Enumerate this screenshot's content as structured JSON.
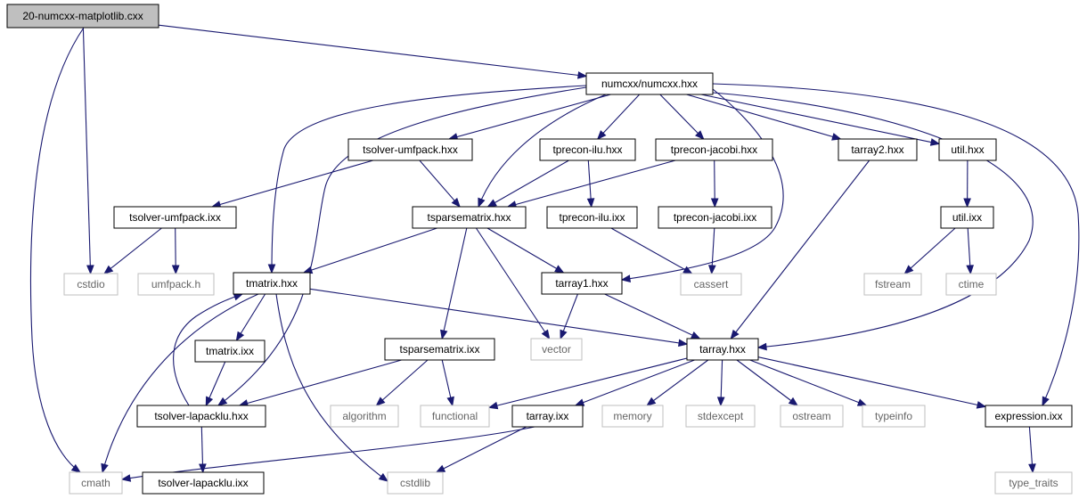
{
  "graph": {
    "colors": {
      "edge": "#191970",
      "root_fill": "#bfbfbf",
      "local_border": "#000000",
      "system_border": "#bfbfbf"
    },
    "nodes": [
      {
        "id": "n_main",
        "label": "20-numcxx-matplotlib.cxx",
        "kind": "root"
      },
      {
        "id": "n_numcxx",
        "label": "numcxx/numcxx.hxx",
        "kind": "local"
      },
      {
        "id": "n_tsolver_umf_h",
        "label": "tsolver-umfpack.hxx",
        "kind": "local"
      },
      {
        "id": "n_tprecon_ilu_h",
        "label": "tprecon-ilu.hxx",
        "kind": "local"
      },
      {
        "id": "n_tprecon_jac_h",
        "label": "tprecon-jacobi.hxx",
        "kind": "local"
      },
      {
        "id": "n_tarray2_h",
        "label": "tarray2.hxx",
        "kind": "local"
      },
      {
        "id": "n_util_h",
        "label": "util.hxx",
        "kind": "local"
      },
      {
        "id": "n_tsolver_umf_i",
        "label": "tsolver-umfpack.ixx",
        "kind": "local"
      },
      {
        "id": "n_tsparse_h",
        "label": "tsparsematrix.hxx",
        "kind": "local"
      },
      {
        "id": "n_tprecon_ilu_i",
        "label": "tprecon-ilu.ixx",
        "kind": "local"
      },
      {
        "id": "n_tprecon_jac_i",
        "label": "tprecon-jacobi.ixx",
        "kind": "local"
      },
      {
        "id": "n_util_i",
        "label": "util.ixx",
        "kind": "local"
      },
      {
        "id": "n_cstdio",
        "label": "cstdio",
        "kind": "system"
      },
      {
        "id": "n_umfpack",
        "label": "umfpack.h",
        "kind": "system"
      },
      {
        "id": "n_tmatrix_h",
        "label": "tmatrix.hxx",
        "kind": "local"
      },
      {
        "id": "n_tarray1_h",
        "label": "tarray1.hxx",
        "kind": "local"
      },
      {
        "id": "n_cassert",
        "label": "cassert",
        "kind": "system"
      },
      {
        "id": "n_fstream",
        "label": "fstream",
        "kind": "system"
      },
      {
        "id": "n_ctime",
        "label": "ctime",
        "kind": "system"
      },
      {
        "id": "n_tmatrix_i",
        "label": "tmatrix.ixx",
        "kind": "local"
      },
      {
        "id": "n_tsparse_i",
        "label": "tsparsematrix.ixx",
        "kind": "local"
      },
      {
        "id": "n_vector",
        "label": "vector",
        "kind": "system"
      },
      {
        "id": "n_tarray_h",
        "label": "tarray.hxx",
        "kind": "local"
      },
      {
        "id": "n_tsolver_lu_h",
        "label": "tsolver-lapacklu.hxx",
        "kind": "local"
      },
      {
        "id": "n_algorithm",
        "label": "algorithm",
        "kind": "system"
      },
      {
        "id": "n_functional",
        "label": "functional",
        "kind": "system"
      },
      {
        "id": "n_tarray_i",
        "label": "tarray.ixx",
        "kind": "local"
      },
      {
        "id": "n_memory",
        "label": "memory",
        "kind": "system"
      },
      {
        "id": "n_stdexcept",
        "label": "stdexcept",
        "kind": "system"
      },
      {
        "id": "n_ostream",
        "label": "ostream",
        "kind": "system"
      },
      {
        "id": "n_typeinfo",
        "label": "typeinfo",
        "kind": "system"
      },
      {
        "id": "n_expression_i",
        "label": "expression.ixx",
        "kind": "local"
      },
      {
        "id": "n_cmath",
        "label": "cmath",
        "kind": "system"
      },
      {
        "id": "n_tsolver_lu_i",
        "label": "tsolver-lapacklu.ixx",
        "kind": "local"
      },
      {
        "id": "n_cstdlib",
        "label": "cstdlib",
        "kind": "system"
      },
      {
        "id": "n_type_traits",
        "label": "type_traits",
        "kind": "system"
      }
    ],
    "edges": [
      [
        "n_main",
        "n_numcxx"
      ],
      [
        "n_main",
        "n_cstdio"
      ],
      [
        "n_main",
        "n_cmath"
      ],
      [
        "n_numcxx",
        "n_tsolver_umf_h"
      ],
      [
        "n_numcxx",
        "n_tprecon_ilu_h"
      ],
      [
        "n_numcxx",
        "n_tprecon_jac_h"
      ],
      [
        "n_numcxx",
        "n_tarray2_h"
      ],
      [
        "n_numcxx",
        "n_util_h"
      ],
      [
        "n_numcxx",
        "n_tsparse_h"
      ],
      [
        "n_numcxx",
        "n_tmatrix_h"
      ],
      [
        "n_numcxx",
        "n_tsolver_lu_h"
      ],
      [
        "n_numcxx",
        "n_tarray1_h"
      ],
      [
        "n_numcxx",
        "n_tarray_h"
      ],
      [
        "n_numcxx",
        "n_expression_i"
      ],
      [
        "n_tsolver_umf_h",
        "n_tsolver_umf_i"
      ],
      [
        "n_tsolver_umf_h",
        "n_tsparse_h"
      ],
      [
        "n_tprecon_ilu_h",
        "n_tsparse_h"
      ],
      [
        "n_tprecon_ilu_h",
        "n_tprecon_ilu_i"
      ],
      [
        "n_tprecon_jac_h",
        "n_tsparse_h"
      ],
      [
        "n_tprecon_jac_h",
        "n_tprecon_jac_i"
      ],
      [
        "n_tarray2_h",
        "n_tarray_h"
      ],
      [
        "n_util_h",
        "n_util_i"
      ],
      [
        "n_tsolver_umf_i",
        "n_cstdio"
      ],
      [
        "n_tsolver_umf_i",
        "n_umfpack"
      ],
      [
        "n_tsparse_h",
        "n_tmatrix_h"
      ],
      [
        "n_tsparse_h",
        "n_tarray1_h"
      ],
      [
        "n_tsparse_h",
        "n_vector"
      ],
      [
        "n_tsparse_h",
        "n_tsparse_i"
      ],
      [
        "n_tprecon_ilu_i",
        "n_cassert"
      ],
      [
        "n_tprecon_jac_i",
        "n_cassert"
      ],
      [
        "n_util_i",
        "n_fstream"
      ],
      [
        "n_util_i",
        "n_ctime"
      ],
      [
        "n_tmatrix_h",
        "n_tmatrix_i"
      ],
      [
        "n_tmatrix_h",
        "n_tarray_h"
      ],
      [
        "n_tmatrix_h",
        "n_cmath"
      ],
      [
        "n_tmatrix_h",
        "n_cstdlib"
      ],
      [
        "n_tmatrix_i",
        "n_tsolver_lu_h"
      ],
      [
        "n_tsolver_lu_h",
        "n_tmatrix_h"
      ],
      [
        "n_tsolver_lu_h",
        "n_tsolver_lu_i"
      ],
      [
        "n_tarray1_h",
        "n_vector"
      ],
      [
        "n_tarray1_h",
        "n_tarray_h"
      ],
      [
        "n_tsparse_i",
        "n_tsolver_lu_h"
      ],
      [
        "n_tsparse_i",
        "n_algorithm"
      ],
      [
        "n_tsparse_i",
        "n_functional"
      ],
      [
        "n_tarray_h",
        "n_functional"
      ],
      [
        "n_tarray_h",
        "n_tarray_i"
      ],
      [
        "n_tarray_h",
        "n_memory"
      ],
      [
        "n_tarray_h",
        "n_stdexcept"
      ],
      [
        "n_tarray_h",
        "n_ostream"
      ],
      [
        "n_tarray_h",
        "n_typeinfo"
      ],
      [
        "n_tarray_h",
        "n_expression_i"
      ],
      [
        "n_tarray_i",
        "n_cmath"
      ],
      [
        "n_tarray_i",
        "n_cstdlib"
      ],
      [
        "n_expression_i",
        "n_type_traits"
      ]
    ]
  }
}
